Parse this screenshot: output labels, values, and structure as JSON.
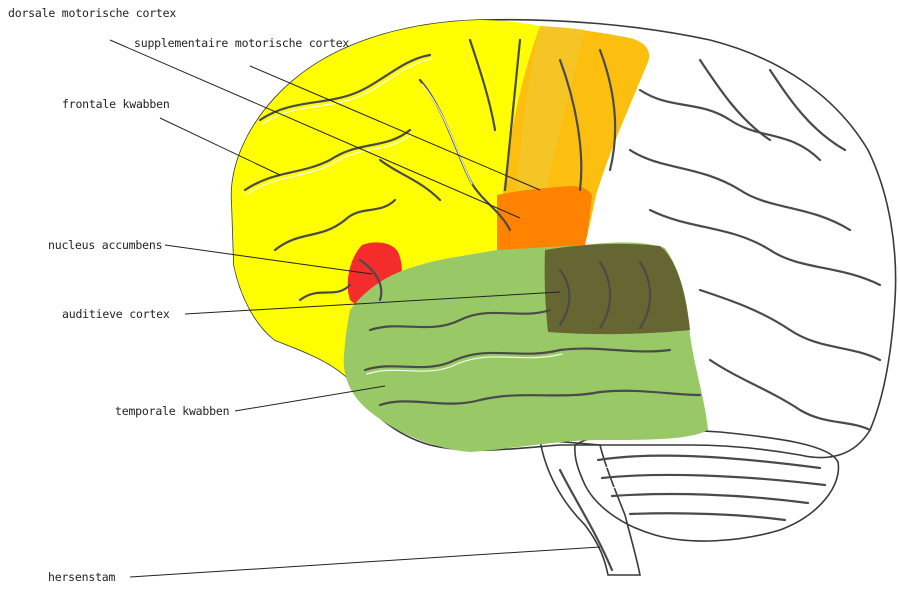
{
  "labels": {
    "dorsal_motor": "dorsale motorische cortex",
    "supplementary_motor": "supplementaire motorische cortex",
    "frontal_lobe": "frontale kwabben",
    "nucleus_accumbens": "nucleus accumbens",
    "auditory_cortex": "auditieve cortex",
    "temporal_lobe": "temporale kwabben",
    "brainstem": "hersenstam"
  },
  "colors": {
    "frontal_lobe": "#ffff00",
    "premotor": "#fdbf0f",
    "motor_strip": "#f5c425",
    "supplementary_motor": "#ff8200",
    "nucleus_accumbens": "#f42c2c",
    "temporal_lobe": "#99c966",
    "auditory_cortex": "#666633",
    "parietal_occipital": "#ffffff",
    "cerebellum": "#e6e6e6",
    "brainstem": "#cccccc"
  }
}
